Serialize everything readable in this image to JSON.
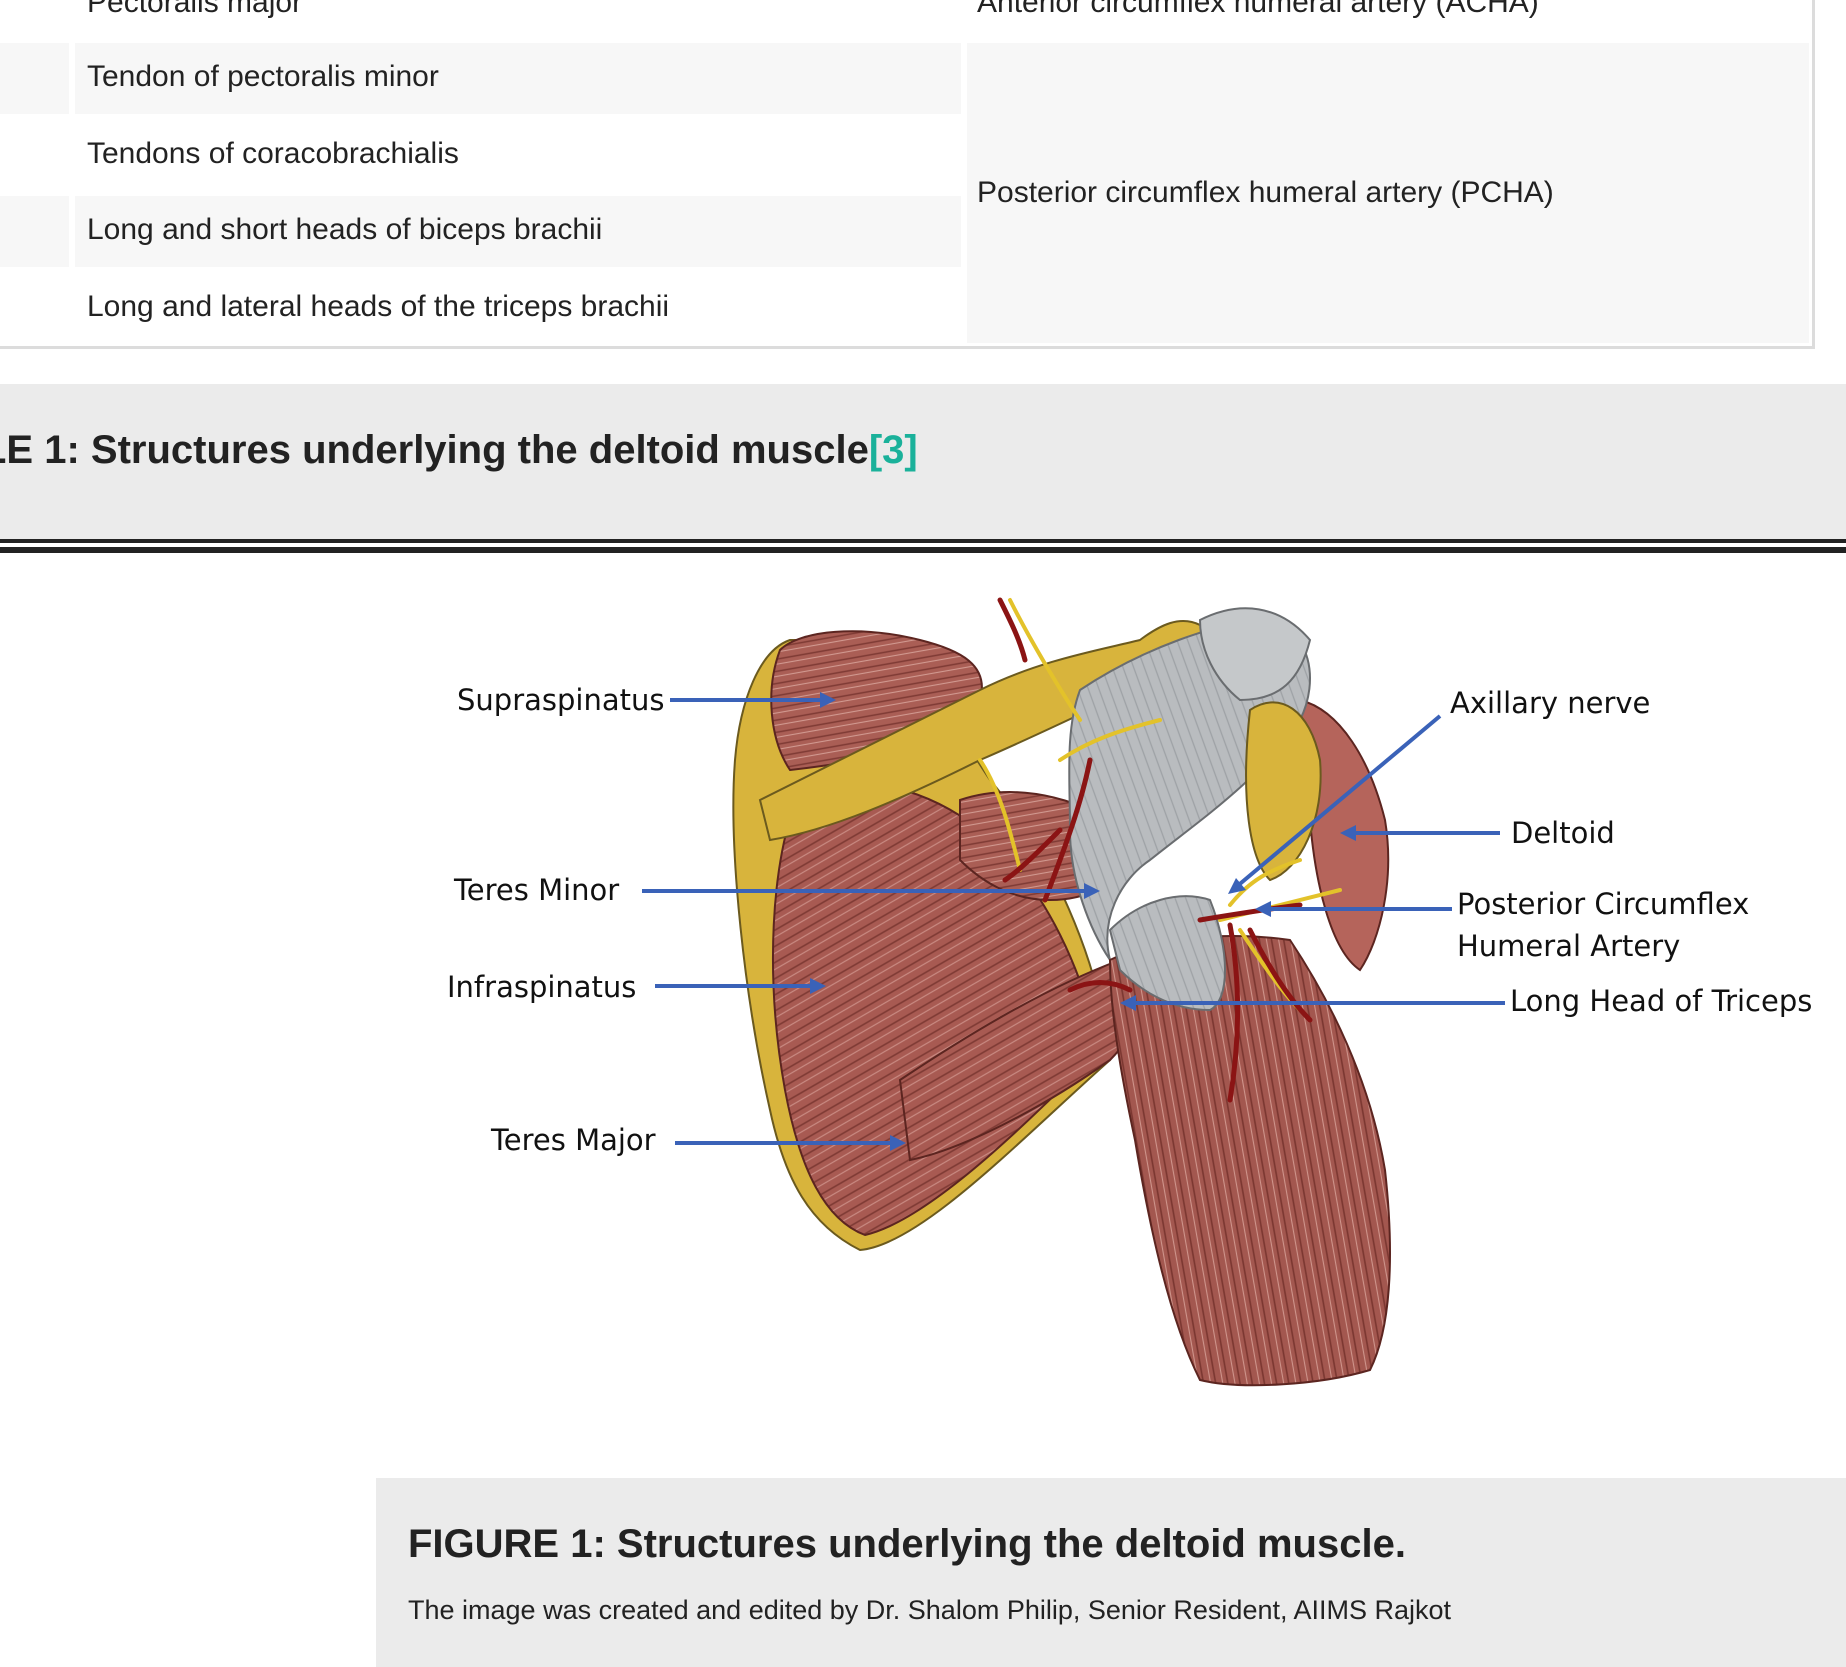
{
  "table": {
    "rows": [
      {
        "structure": "Pectoralis major",
        "artery": "Anterior circumflex humeral artery (ACHA)"
      },
      {
        "structure": "Tendon of pectoralis minor"
      },
      {
        "structure": "Tendons of coracobrachialis"
      },
      {
        "structure": "Long and short heads of biceps brachii"
      },
      {
        "structure": "Long and lateral heads of the triceps brachii"
      }
    ],
    "merged_artery": "Posterior circumflex humeral artery (PCHA)",
    "caption": "LE 1: Structures underlying the deltoid muscle",
    "caption_citation": "[3]"
  },
  "figure": {
    "labels": {
      "supraspinatus": "Supraspinatus",
      "teres_minor": "Teres Minor",
      "infraspinatus": "Infraspinatus",
      "teres_major": "Teres Major",
      "axillary_nerve": "Axillary nerve",
      "deltoid": "Deltoid",
      "pcha_line1": "Posterior Circumflex",
      "pcha_line2": "Humeral Artery",
      "long_head_triceps": "Long Head of Triceps"
    },
    "colors": {
      "leader_line": "#3a62b8",
      "muscle": "#a85a52",
      "tendon": "#b9bcbf",
      "bone": "#d8b43c",
      "artery": "#8b1414",
      "nerve": "#e3c22a"
    },
    "caption_title": "FIGURE 1: Structures underlying the deltoid muscle.",
    "caption_text": "The image was created and edited by Dr. Shalom Philip, Senior Resident, AIIMS Rajkot"
  }
}
